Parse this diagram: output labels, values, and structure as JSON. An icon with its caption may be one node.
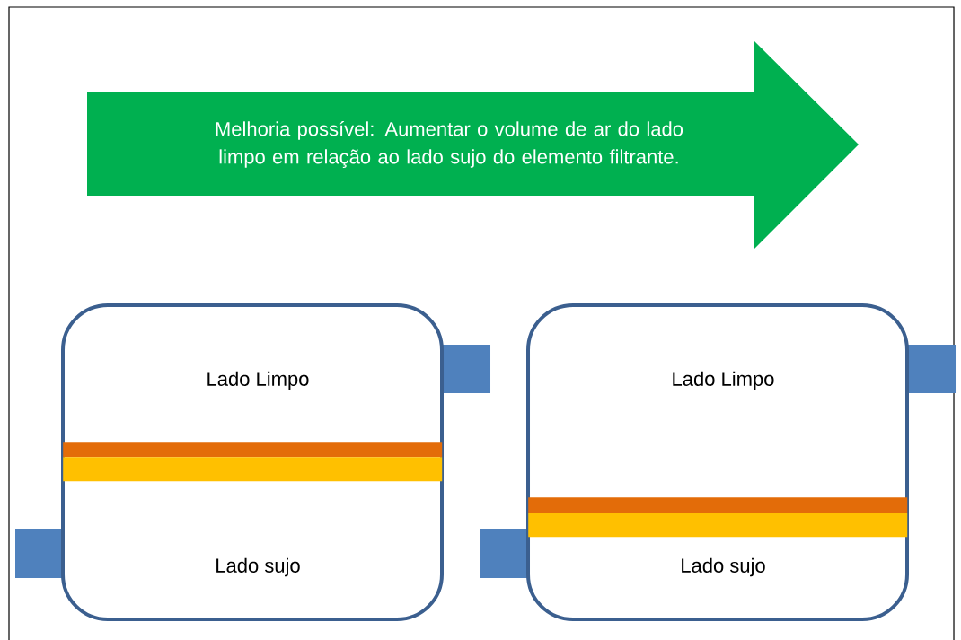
{
  "diagram": {
    "nodes": [
      {
        "text": [
          "Melhoria possível: Aumentar o volume de ar do lado limpo em relação ao lado sujo do elemento filtrante."
        ]
      },
      {
        "text": [
          "Lado Limpo",
          "Lado sujo"
        ]
      },
      {
        "text": [],
        "shape": "bar",
        "in": 1
      },
      {
        "text": [],
        "shape": "bar",
        "in": 1
      },
      {
        "text": [
          "Lado Limpo",
          "Lado sujo"
        ]
      },
      {
        "text": [],
        "shape": "bar",
        "in": 4
      },
      {
        "text": [],
        "shape": "bar",
        "in": 4
      }
    ]
  }
}
